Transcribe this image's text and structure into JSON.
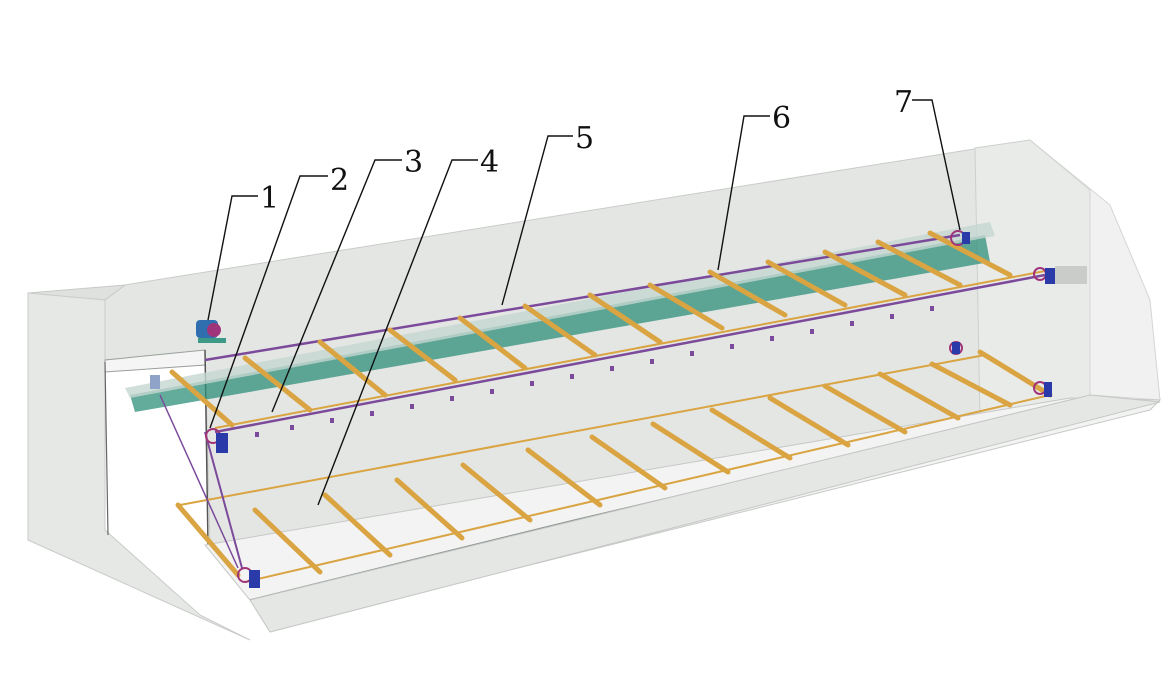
{
  "callouts": [
    {
      "id": "c1",
      "label": "1"
    },
    {
      "id": "c2",
      "label": "2"
    },
    {
      "id": "c3",
      "label": "3"
    },
    {
      "id": "c4",
      "label": "4"
    },
    {
      "id": "c5",
      "label": "5"
    },
    {
      "id": "c6",
      "label": "6"
    },
    {
      "id": "c7",
      "label": "7"
    }
  ],
  "colors": {
    "tank_wall": "#e3e5e3",
    "tank_floor": "#eef0ee",
    "rail_orange": "#d9a441",
    "chain_purple": "#7b4a9a",
    "trough_green": "#2f8f7a",
    "motor_blue": "#2f6fb0",
    "bearing_blue": "#2a3aa8"
  }
}
